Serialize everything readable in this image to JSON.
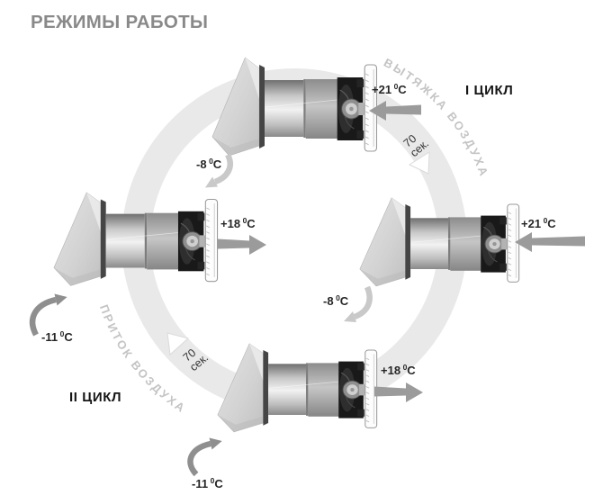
{
  "title": "РЕЖИМЫ РАБОТЫ",
  "cycles": {
    "cycle1": "I ЦИКЛ",
    "cycle2": "II ЦИКЛ"
  },
  "arcs": {
    "exhaust": "ВЫТЯЖКА ВОЗДУХА",
    "supply": "ПРИТОК ВОЗДУХА"
  },
  "intervals": {
    "top": {
      "value": "70",
      "unit": "сек."
    },
    "bottom": {
      "value": "70",
      "unit": "сек."
    }
  },
  "units": {
    "top": {
      "room_air": {
        "value": "+21",
        "degree": "0",
        "unit": "C"
      },
      "outside_air": {
        "value": "-8",
        "degree": "0",
        "unit": "C"
      }
    },
    "right": {
      "room_air": {
        "value": "+21",
        "degree": "0",
        "unit": "C"
      },
      "outside_air": {
        "value": "-8",
        "degree": "0",
        "unit": "C"
      }
    },
    "left": {
      "room_air": {
        "value": "+18",
        "degree": "0",
        "unit": "C"
      },
      "outside_air": {
        "value": "-11",
        "degree": "0",
        "unit": "C"
      }
    },
    "bottom": {
      "room_air": {
        "value": "+18",
        "degree": "0",
        "unit": "C"
      },
      "outside_air": {
        "value": "-11",
        "degree": "0",
        "unit": "C"
      }
    }
  },
  "colors": {
    "ring": "#e9e9e9",
    "arc_text": "#c4c4c4",
    "arrow": "#9b9b9b",
    "light_arrow": "#c9c9c9",
    "dark_arrow": "#8f8f8f",
    "title": "#898989",
    "label": "#262626"
  }
}
